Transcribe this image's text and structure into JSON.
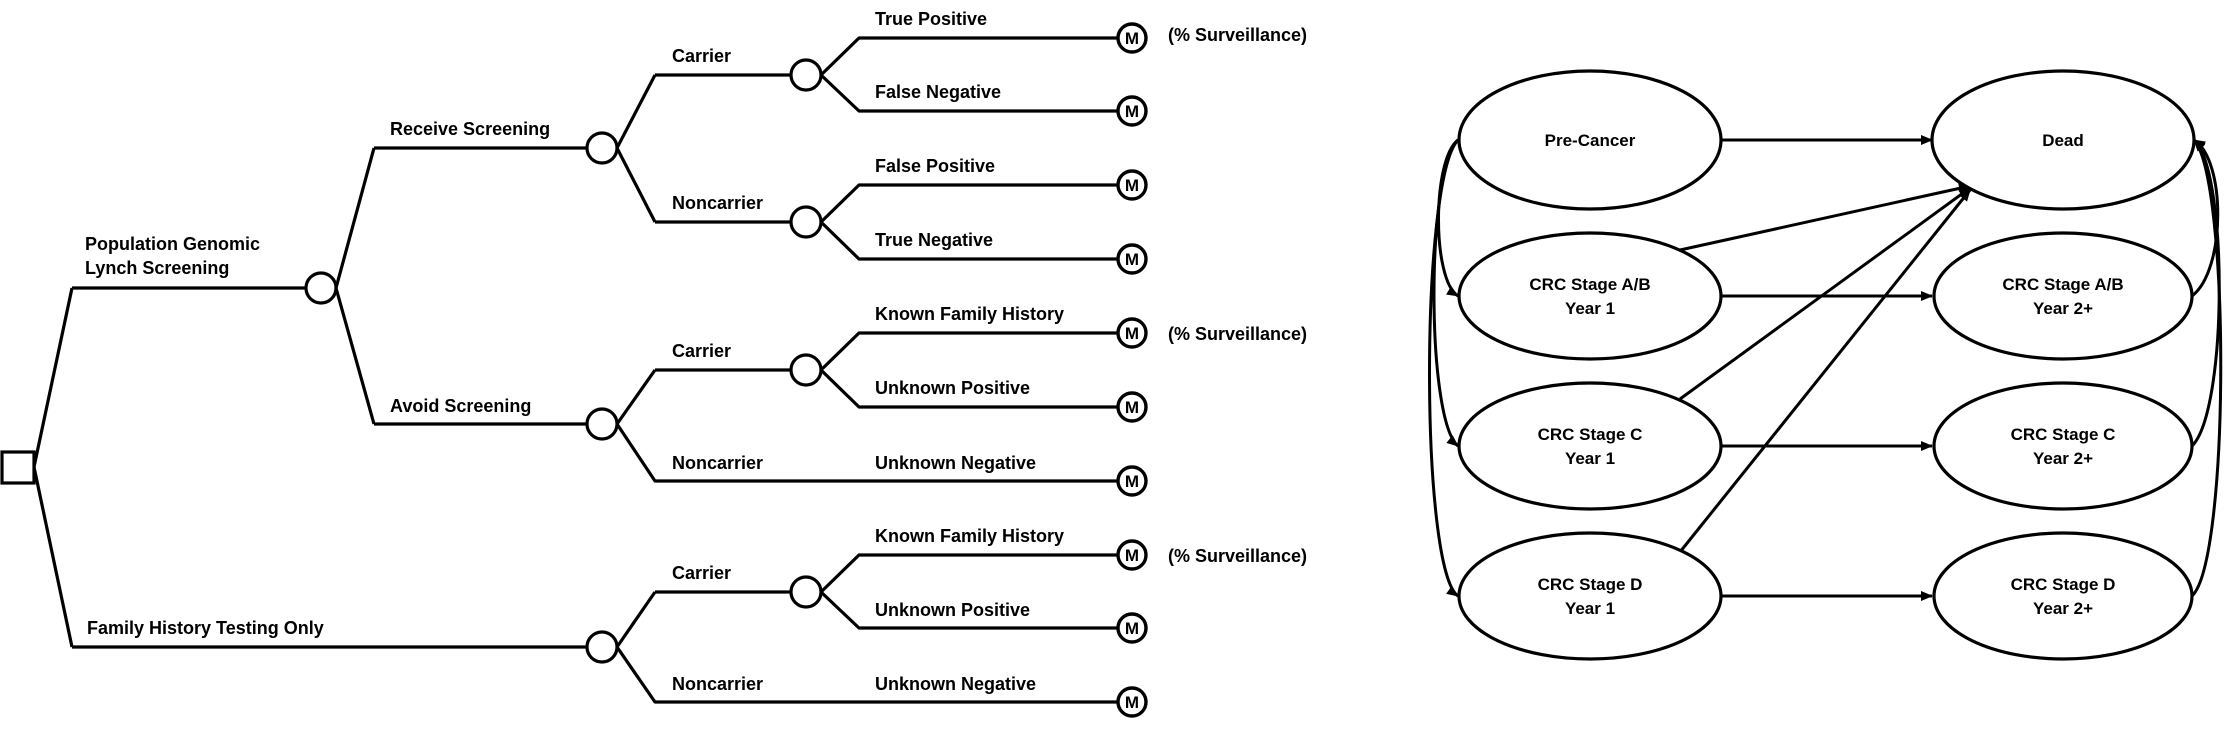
{
  "decision_tree": {
    "strategies": {
      "population_screening": [
        "Population Genomic",
        "Lynch Screening"
      ],
      "family_history_only": "Family History Testing Only"
    },
    "branches": {
      "receive_screening": "Receive Screening",
      "avoid_screening": "Avoid Screening",
      "carrier": "Carrier",
      "noncarrier": "Noncarrier"
    },
    "outcomes": {
      "true_positive": "True Positive",
      "false_negative": "False Negative",
      "false_positive": "False Positive",
      "true_negative": "True Negative",
      "known_family_history": "Known Family History",
      "unknown_positive": "Unknown Positive",
      "unknown_negative": "Unknown Negative"
    },
    "markov_marker": "M",
    "surveillance_note": "(% Surveillance)"
  },
  "markov_model": {
    "states": {
      "pre_cancer": [
        "Pre-Cancer"
      ],
      "dead": [
        "Dead"
      ],
      "ab_y1": [
        "CRC Stage A/B",
        "Year 1"
      ],
      "c_y1": [
        "CRC Stage C",
        "Year 1"
      ],
      "d_y1": [
        "CRC Stage D",
        "Year 1"
      ],
      "ab_y2": [
        "CRC Stage A/B",
        "Year 2+"
      ],
      "c_y2": [
        "CRC Stage C",
        "Year 2+"
      ],
      "d_y2": [
        "CRC Stage D",
        "Year 2+"
      ]
    }
  }
}
